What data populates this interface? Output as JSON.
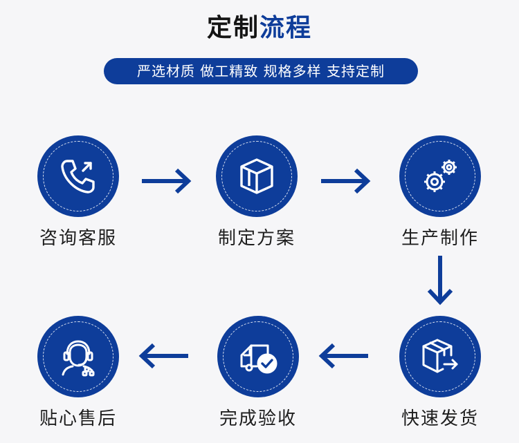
{
  "header": {
    "title_dark": "定制",
    "title_blue": "流程",
    "subtitle": "严选材质 做工精致 规格多样 支持定制"
  },
  "steps": [
    {
      "label": "咨询客服",
      "icon": "phone-call-icon"
    },
    {
      "label": "制定方案",
      "icon": "box-icon"
    },
    {
      "label": "生产制作",
      "icon": "gears-icon"
    },
    {
      "label": "快速发货",
      "icon": "package-shipping-icon"
    },
    {
      "label": "完成验收",
      "icon": "truck-check-icon"
    },
    {
      "label": "贴心售后",
      "icon": "headset-support-icon"
    }
  ],
  "colors": {
    "accent": "#0e3d9a",
    "background": "#f6f6f8",
    "text": "#1e1e1e"
  }
}
